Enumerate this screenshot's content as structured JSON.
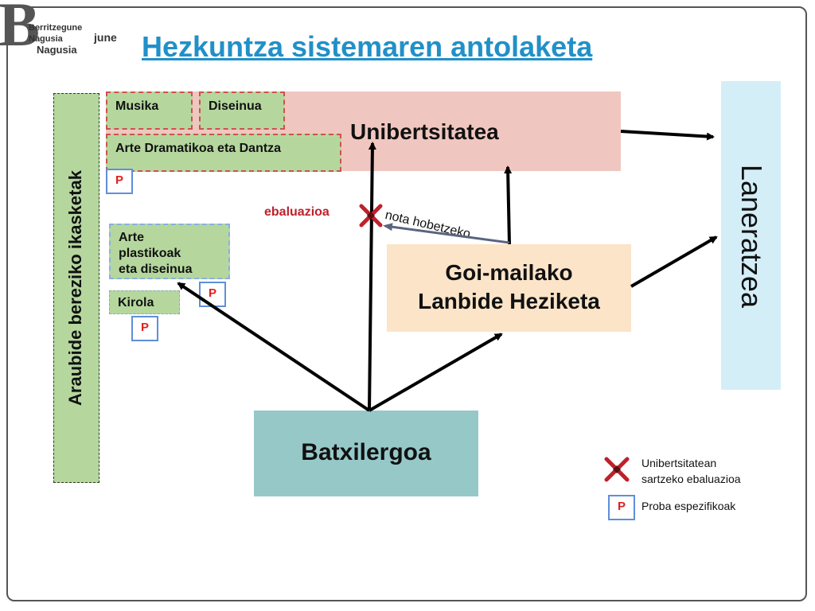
{
  "logo": {
    "line1": "Berritzegune",
    "line2": "Nagusia",
    "line3": "Nagusia",
    "line4": "june"
  },
  "title": "Hezkuntza sistemaren antolaketa",
  "left_bar": "Araubide  bereziko ikasketak",
  "university": {
    "label": "Unibertsitatea",
    "musika": "Musika",
    "diseinua": "Diseinua",
    "arte_dramatikoa": "Arte Dramatikoa eta Dantza"
  },
  "arte_plastikoak": [
    "Arte",
    "plastikoak",
    "eta diseinua"
  ],
  "kirola": "Kirola",
  "p_letter": "P",
  "ebaluazioa": "ebaluazioa",
  "nota_hobetzeko": "nota hobetzeko",
  "goi_mailako": {
    "line1": "Goi-mailako",
    "line2": "Lanbide Heziketa"
  },
  "batxilergoa": "Batxilergoa",
  "laneratzea": "Laneratzea",
  "legend": {
    "x_line1": "Unibertsitatean",
    "x_line2": "sartzeko ebaluazioa",
    "p_label": "Proba espezifikoak"
  },
  "colors": {
    "title": "#2190c8",
    "university": "#f0c7c0",
    "green": "#b5d79e",
    "goi": "#fce4c8",
    "batx": "#96c8c8",
    "laneratzea": "#d4eef8",
    "red": "#c0202a",
    "p_border": "#5f8fd8"
  }
}
